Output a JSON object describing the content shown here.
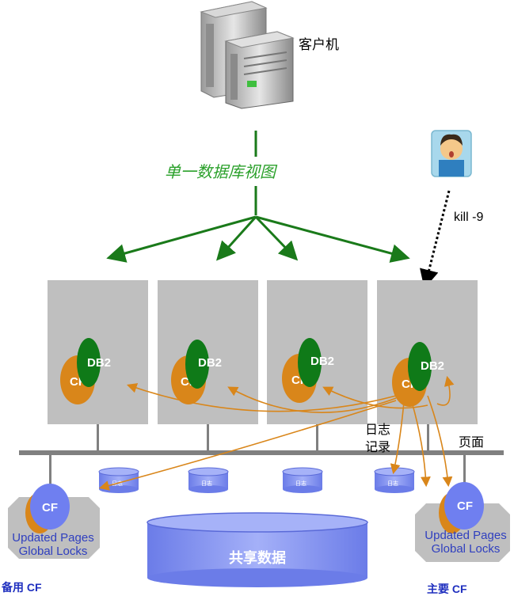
{
  "client": {
    "label": "客户机"
  },
  "view": {
    "label": "单一数据库视图"
  },
  "kill": {
    "label": "kill -9"
  },
  "members": [
    {
      "db_label": "DB2",
      "cf_label": "CF"
    },
    {
      "db_label": "DB2",
      "cf_label": "CF"
    },
    {
      "db_label": "DB2",
      "cf_label": "CF"
    },
    {
      "db_label": "DB2",
      "cf_label": "CF"
    }
  ],
  "log_disks": [
    {
      "label": "日志"
    },
    {
      "label": "日志"
    },
    {
      "label": "日志"
    },
    {
      "label": "日志"
    }
  ],
  "labels": {
    "log_records_1": "日志",
    "log_records_2": "记录",
    "pages": "页面"
  },
  "shared_data": {
    "label": "共享数据"
  },
  "cf_standby": {
    "cf_label": "CF",
    "line1": "Updated Pages",
    "line2": "Global Locks",
    "caption": "备用 CF"
  },
  "cf_primary": {
    "cf_label": "CF",
    "line1": "Updated Pages",
    "line2": "Global Locks",
    "caption": "主要 CF"
  },
  "colors": {
    "green_arrow": "#1a7a1a",
    "view_text": "#2aa02a",
    "member_box": "#bfbfbf",
    "db2_green": "#0f7a18",
    "cf_orange": "#d9861a",
    "cf_blue": "#6f7ff0",
    "link_blue": "#2f3fbf",
    "disk_blue": "#7c8df0",
    "bus_gray": "#808080"
  }
}
